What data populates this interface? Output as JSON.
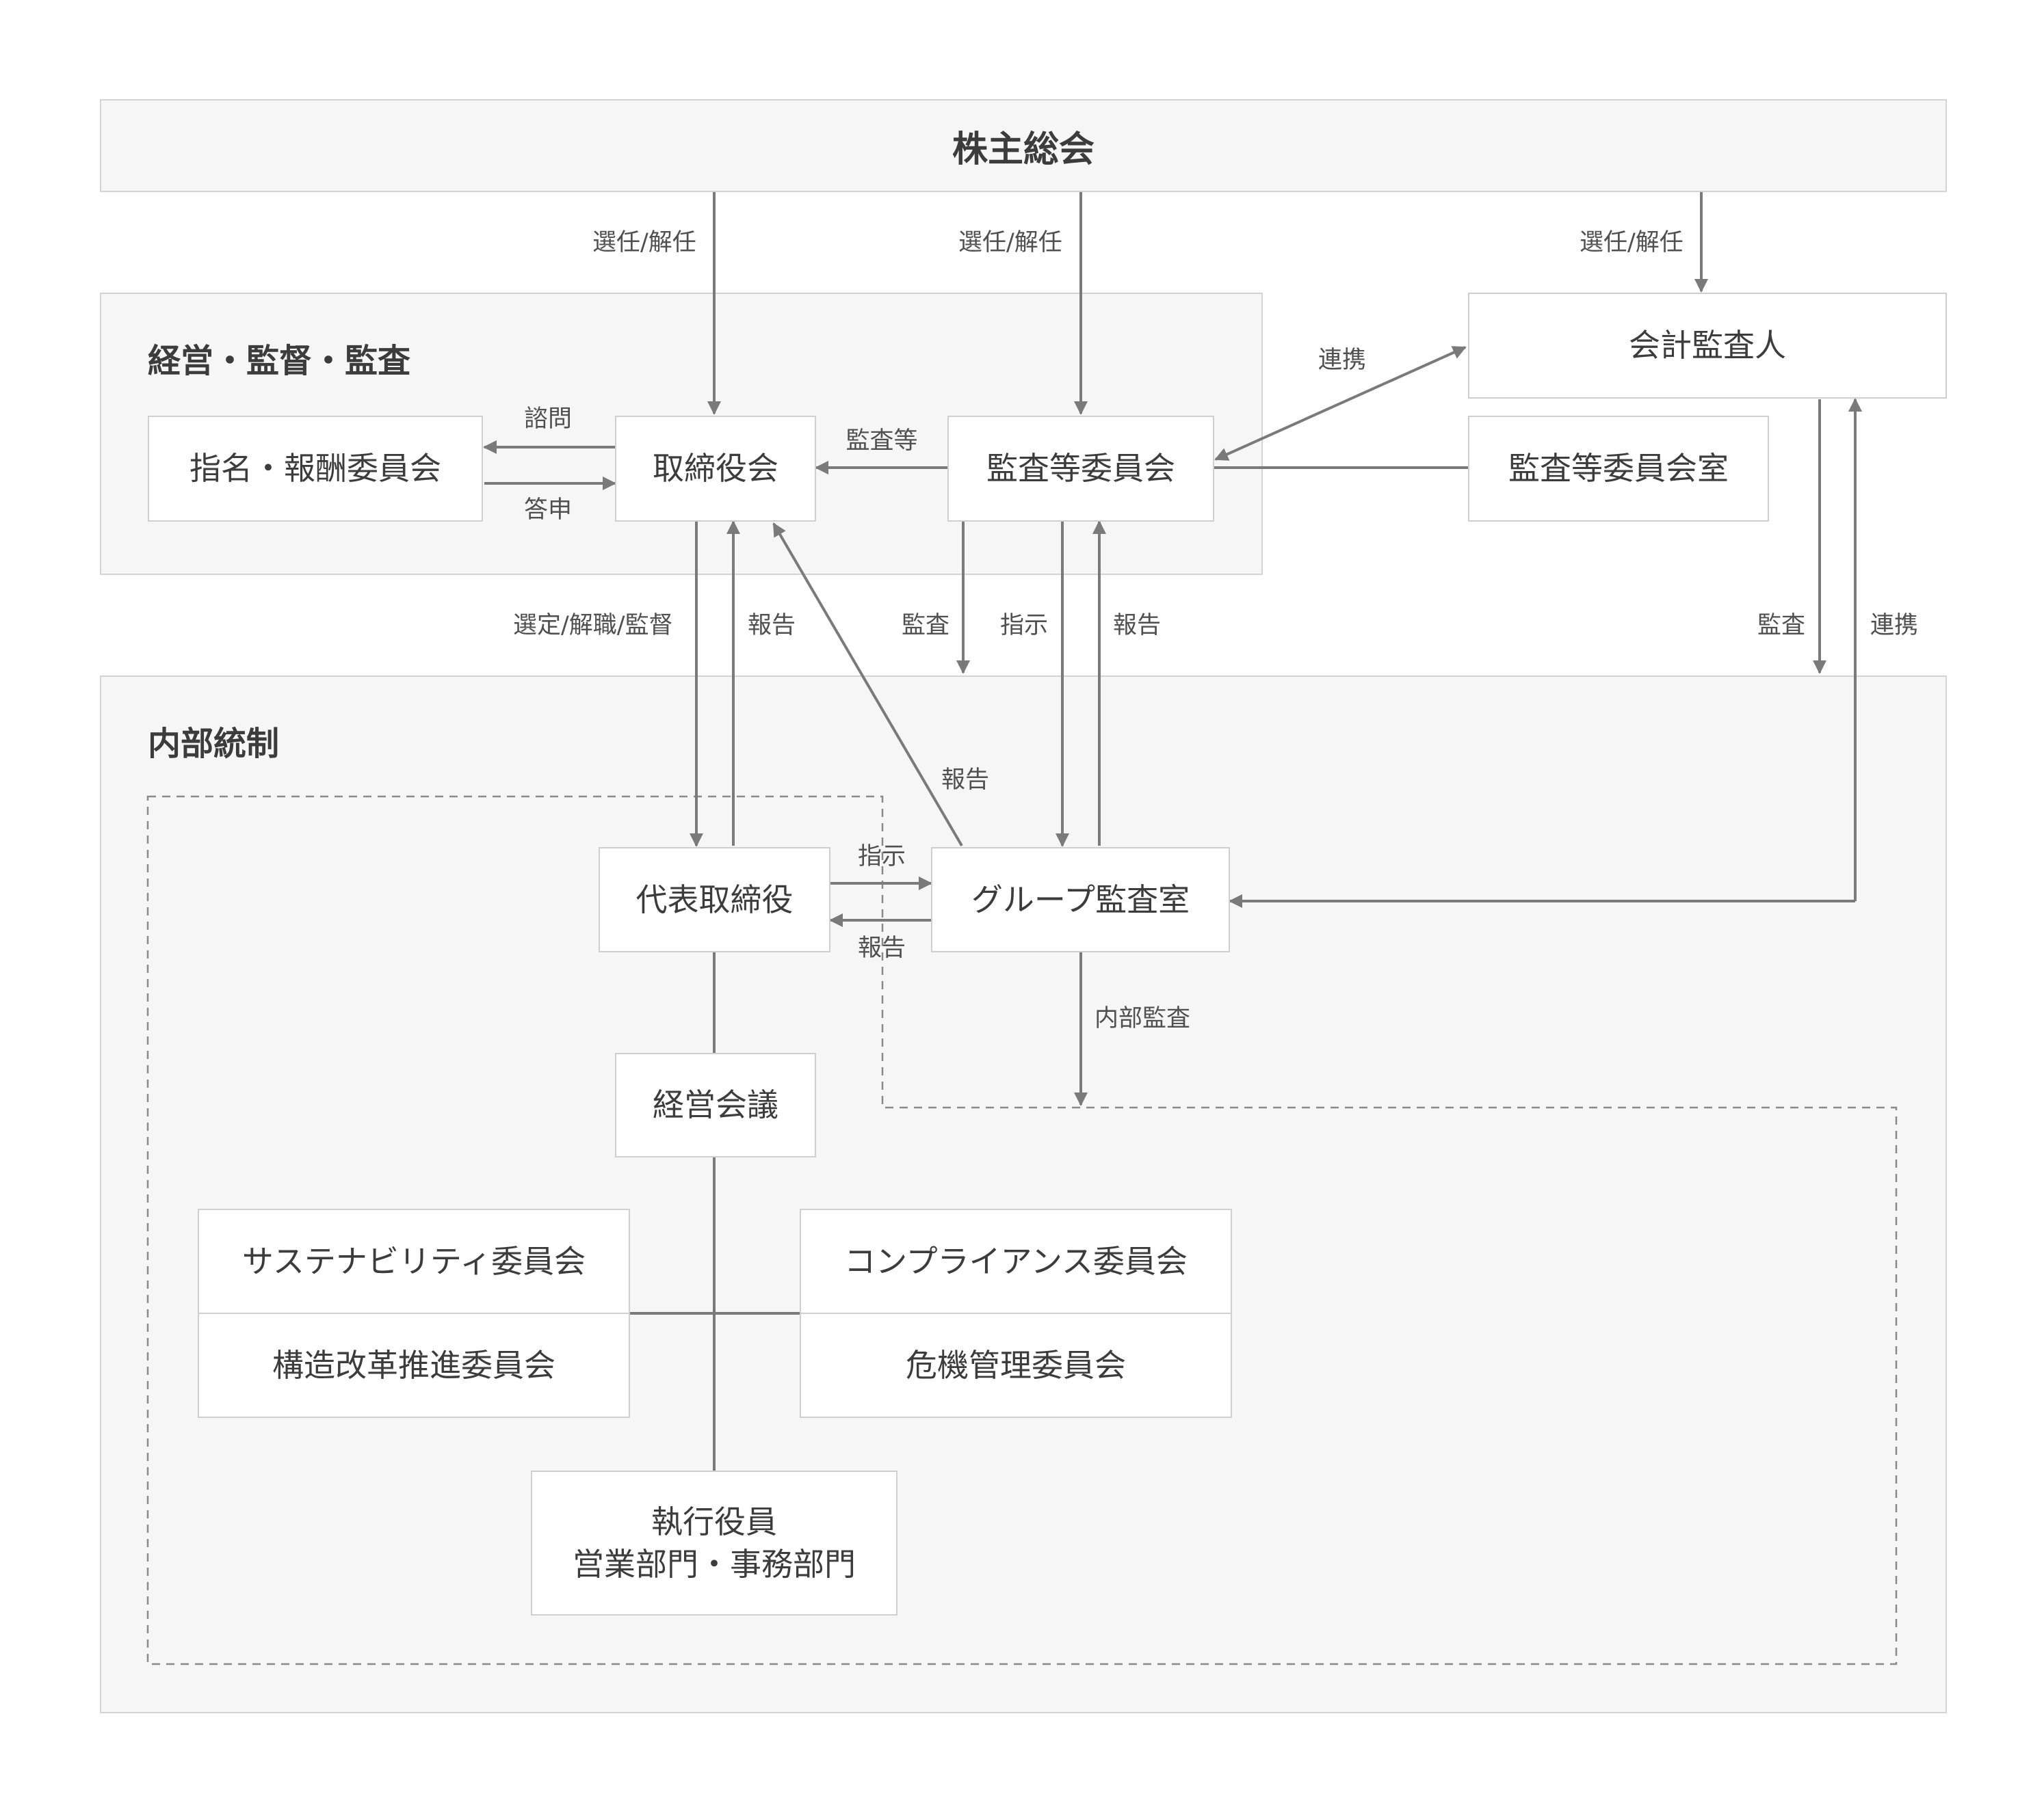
{
  "shareholders_meeting": "株主総会",
  "sections": {
    "management": "経営・監督・監査",
    "internal_control": "内部統制"
  },
  "boxes": {
    "nomination_committee": "指名・報酬委員会",
    "board": "取締役会",
    "audit_committee": "監査等委員会",
    "auditor": "会計監査人",
    "audit_committee_office": "監査等委員会室",
    "representative_director": "代表取締役",
    "group_audit_office": "グループ監査室",
    "management_meeting": "経営会議",
    "sustainability_committee": "サステナビリティ委員会",
    "restructuring_committee": "構造改革推進委員会",
    "compliance_committee": "コンプライアンス委員会",
    "risk_committee": "危機管理委員会",
    "executives_line1": "執行役員",
    "executives_line2": "営業部門・事務部門"
  },
  "labels": {
    "elect_1": "選任/解任",
    "elect_2": "選任/解任",
    "elect_3": "選任/解任",
    "consult": "諮問",
    "answer": "答申",
    "audit_etc": "監査等",
    "cooperation_1": "連携",
    "select_dismiss_supervise": "選定/解職/監督",
    "report_1": "報告",
    "audit_1": "監査",
    "instruct_1": "指示",
    "report_2": "報告",
    "audit_2": "監査",
    "cooperation_2": "連携",
    "report_3": "報告",
    "instruct_2": "指示",
    "report_4": "報告",
    "internal_audit": "内部監査"
  }
}
